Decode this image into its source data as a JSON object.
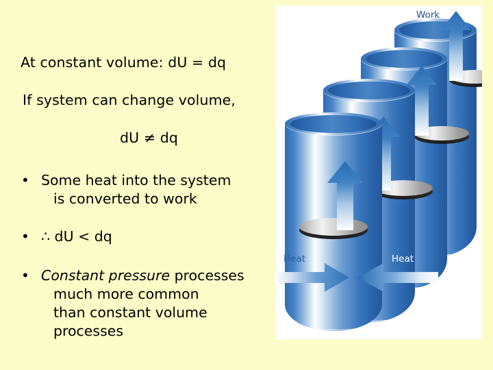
{
  "slide": {
    "background_color": "#fcfcc8",
    "text_color": "#000000"
  },
  "text": {
    "equations": [
      "At constant volume:  dU = dq",
      "If system can change volume,",
      "dU ≠ dq"
    ],
    "bullets": [
      {
        "marker": "•",
        "line1": "Some heat into the system",
        "line2": "is converted to work",
        "italic_part": "",
        "rest": ""
      },
      {
        "marker": "•",
        "line1": "∴  dU < dq",
        "line2": "",
        "italic_part": "",
        "rest": ""
      },
      {
        "marker": "•",
        "italic_part": "Constant pressure",
        "rest": " processes",
        "line2": "much more common",
        "line3": "than constant volume",
        "line4": "processes"
      }
    ]
  },
  "diagram": {
    "panel_background": "#ffffff",
    "cylinder_color": "#2f6cb3",
    "highlight_color": "#ffffff",
    "piston_color": "#c9c9c9",
    "arrow_color": "#2a6eb5",
    "labels": {
      "work": "Work",
      "heat_left": "Heat",
      "heat_right": "Heat"
    },
    "cylinder_count": 4
  }
}
